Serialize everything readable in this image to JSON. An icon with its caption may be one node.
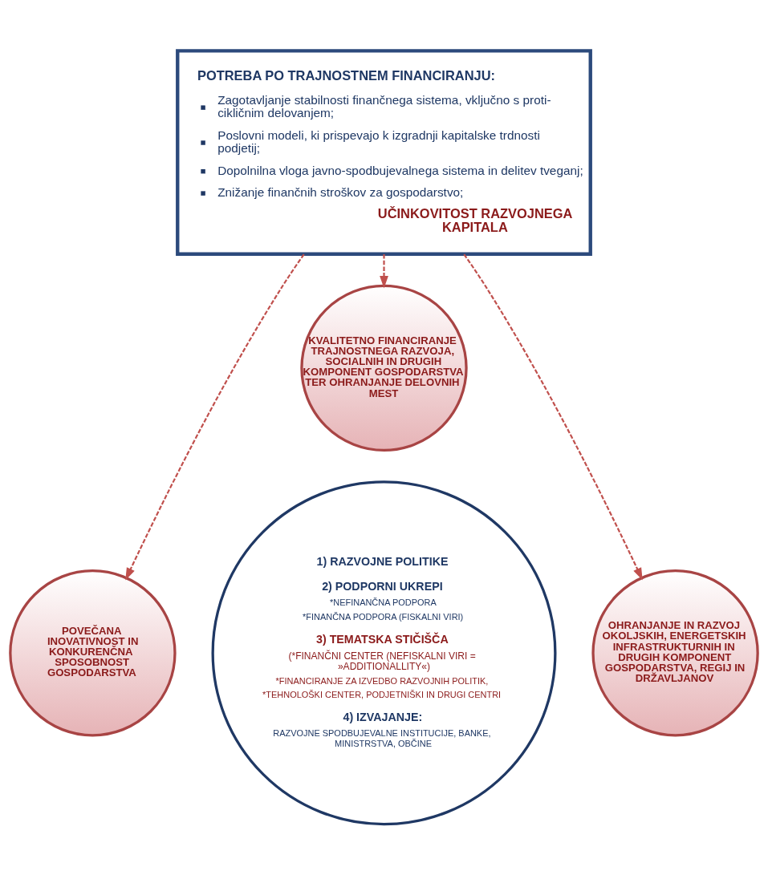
{
  "diagram": {
    "nodes": [
      {
        "text": [
          "POTREBA PO TRAJNOSTNEM FINANCIRANJU:",
          "Zagotavljanje stabilnosti finančnega sistema, vključno s proti-cikličnim delovanjem;",
          "Poslovni modeli, ki prispevajo k izgradnji kapitalske trdnosti podjetij;",
          "Dopolnilna vloga javno-spodbujevalnega sistema in delitev tveganj;",
          "Znižanje finančnih stroškov za gospodarstvo;",
          "UČINKOVITOST RAZVOJNEGA KAPITALA"
        ]
      },
      {
        "text": [
          "KVALITETNO FINANCIRANJE TRAJNOSTNEGA RAZVOJA, SOCIALNIH IN DRUGIH KOMPONENT GOSPODARSTVA TER OHRANJANJE DELOVNIH MEST"
        ]
      },
      {
        "text": [
          "1) RAZVOJNE POLITIKE",
          "2) PODPORNI UKREPI",
          "*NEFINANČNA PODPORA",
          "*FINANČNA PODPORA (FISKALNI VIRI)",
          "3) TEMATSKA STIČIŠČA",
          "(*FINANČNI CENTER (NEFISKALNI VIRI = »ADDITIONALLITY«)",
          "*FINANCIRANJE ZA IZVEDBO RAZVOJNIH POLITIK,",
          "*TEHNOLOŠKI CENTER, PODJETNIŠKI IN DRUGI CENTRI",
          "4) IZVAJANJE:",
          "RAZVOJNE SPODBUJEVALNE INSTITUCIJE, BANKE, MINISTRSTVA, OBČINE"
        ]
      },
      {
        "text": [
          "POVEČANA INOVATIVNOST IN KONKURENČNA SPOSOBNOST GOSPODARSTVA"
        ]
      },
      {
        "text": [
          "OHRANJANJE IN RAZVOJ OKOLJSKIH, ENERGETSKIH INFRASTRUKTURNIH IN DRUGIH KOMPONENT GOSPODARSTVA, REGIJ IN DRŽAVLJANOV"
        ]
      }
    ],
    "edges": [
      {
        "from": 0,
        "to": 3,
        "arrow": "to",
        "style": "dashed"
      },
      {
        "from": 0,
        "to": 1,
        "arrow": "to",
        "style": "dashed"
      },
      {
        "from": 0,
        "to": 4,
        "arrow": "to",
        "style": "dashed"
      }
    ]
  }
}
